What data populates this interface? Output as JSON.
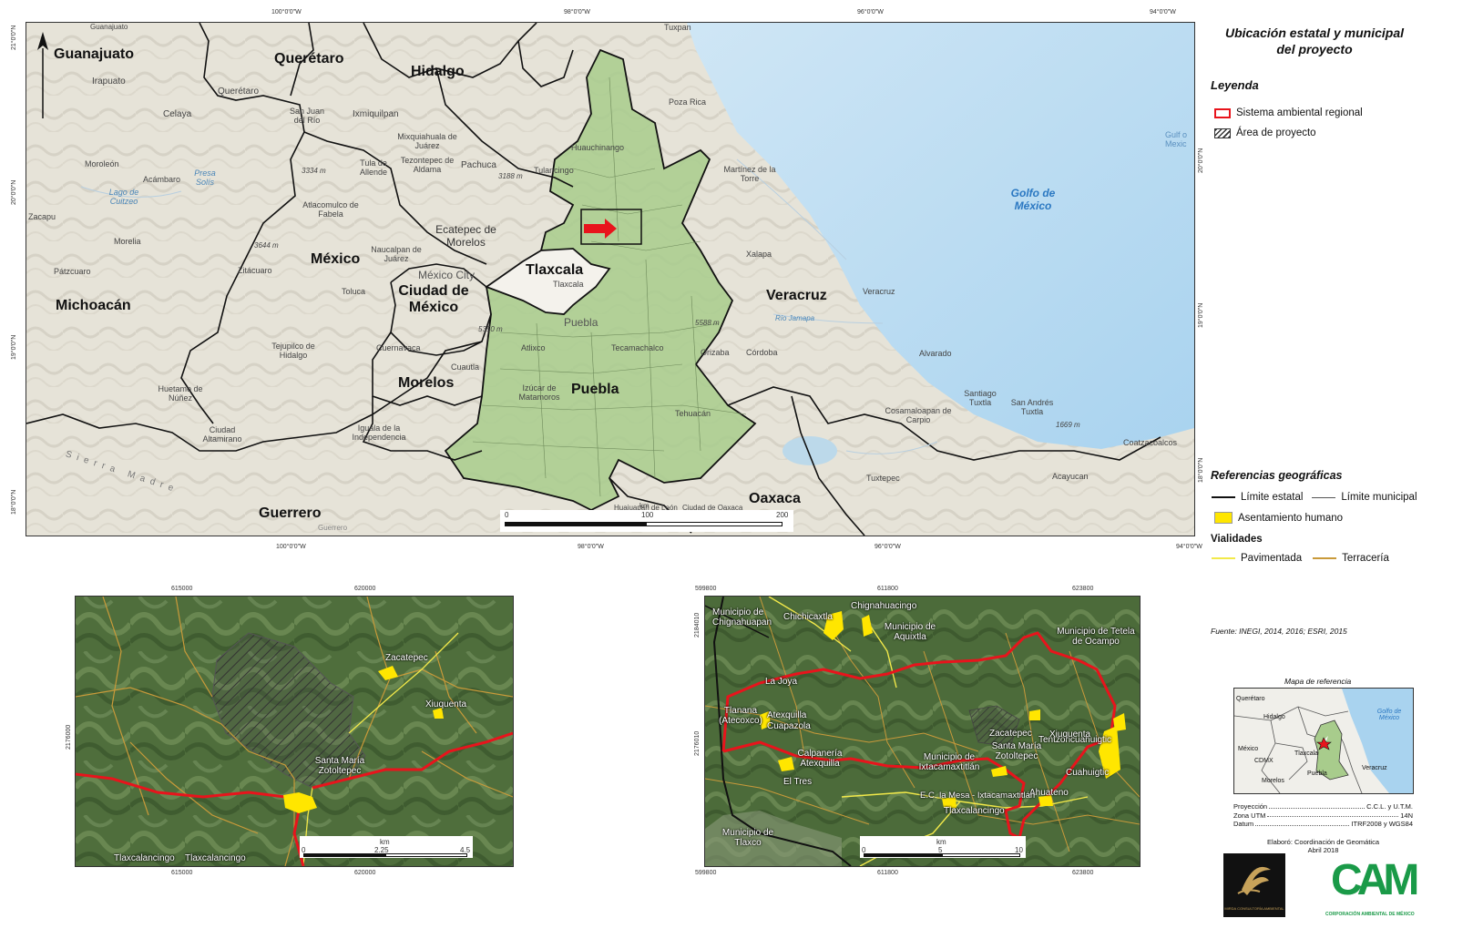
{
  "title": "Ubicación estatal y municipal del proyecto",
  "main_map": {
    "top_coords": [
      "100°0'0\"W",
      "98°0'0\"W",
      "96°0'0\"W",
      "94°0'0\"W"
    ],
    "bottom_coords": [
      "100°0'0\"W",
      "98°0'0\"W",
      "96°0'0\"W",
      "94°0'0\"W"
    ],
    "left_coords": [
      "21°0'0\"N",
      "20°0'0\"N",
      "19°0'0\"N",
      "18°0'0\"N"
    ],
    "right_coords": [
      "20°0'0\"N",
      "19°0'0\"N",
      "18°0'0\"N"
    ],
    "states": [
      "Guanajuato",
      "Querétaro",
      "Hidalgo",
      "México",
      "Michoacán",
      "Tlaxcala",
      "Ciudad de México",
      "Veracruz",
      "Morelos",
      "Puebla",
      "Guerrero",
      "Oaxaca"
    ],
    "sea_label": "Golfo de México",
    "gulf_edge_label": "Gulf o Mexic",
    "places": [
      "Irapuato",
      "Celaya",
      "Querétaro",
      "San Juan del Río",
      "Ixmiquilpan",
      "Mixquiahuala de Juárez",
      "Tezontepec de Aldama",
      "Pachuca",
      "Tulancingo",
      "Huauchinango",
      "Poza Rica",
      "Martínez de la Torre",
      "Moroleón",
      "Acámbaro",
      "Presa Solís",
      "Lago de Cuitzeo",
      "Tula de Allende",
      "Atlacomulco de Fabela",
      "Zacapu",
      "Morelia",
      "Ecatepec de Morelos",
      "Naucalpan de Juárez",
      "México City",
      "Pátzcuaro",
      "Zitácuaro",
      "Toluca",
      "Tlaxcala",
      "Puebla",
      "Xalapa",
      "Veracruz",
      "Atlixco",
      "Tecamachalco",
      "Orizaba",
      "Córdoba",
      "Alvarado",
      "Tejupilco de Hidalgo",
      "Cuernavaca",
      "Cuautla",
      "Huetamo de Núñez",
      "Izúcar de Matamoros",
      "Tehuacán",
      "Santiago Tuxtla",
      "San Andrés Tuxtla",
      "Cosamaloapan de Carpio",
      "Ciudad Altamirano",
      "Iguala de la Independencia",
      "Coatzacoalcos",
      "Acayucan",
      "Tuxtepec",
      "Río Jamapa",
      "3334 m",
      "3188 m",
      "3644 m",
      "5588 m",
      "5350 m",
      "1669 m",
      "Tuxpan",
      "Guanajuato",
      "Sierra Madre",
      "Guerrero",
      "Huajuapan de León",
      "Ciudad de Oaxaca"
    ],
    "scale": {
      "unit": "km",
      "ticks": [
        "0",
        "100",
        "200"
      ]
    }
  },
  "legend": {
    "heading": "Leyenda",
    "items": [
      {
        "label": "Sistema ambiental regional",
        "color": "#e8141c"
      },
      {
        "label": "Área de proyecto",
        "color": "#555555"
      }
    ]
  },
  "geo_refs": {
    "heading": "Referencias geográficas",
    "state_limit": "Límite estatal",
    "muni_limit": "Límite municipal",
    "settlement": "Asentamiento humano",
    "roads_heading": "Vialidades",
    "paved": "Pavimentada",
    "dirt": "Terracería",
    "paved_color": "#f2e94a",
    "dirt_color": "#c99a3a",
    "settlement_color": "#ffe600"
  },
  "source": "Fuente: INEGI, 2014, 2016; ESRI, 2015",
  "ref_map": {
    "title": "Mapa de referencia",
    "labels": [
      "Querétaro",
      "Hidalgo",
      "Golfo de México",
      "México",
      "CDMX",
      "Tlaxcala",
      "Veracruz",
      "Morelos",
      "Puebla"
    ]
  },
  "projection": [
    {
      "key": "Proyección",
      "value": "C.C.L. y U.T.M."
    },
    {
      "key": "Zona UTM",
      "value": "14N"
    },
    {
      "key": "Datum",
      "value": "ITRF2008 y WGS84"
    }
  ],
  "credits": {
    "line1": "Elaboró: Coordinación de Geomática",
    "line2": "Abril 2018"
  },
  "logos": {
    "left_caption": "MIRDA CONSULTORÍA AMBIENTAL",
    "right_text": "CAM",
    "right_caption": "CORPORACIÓN AMBIENTAL DE MÉXICO",
    "right_color": "#1a9a48"
  },
  "inset_left": {
    "top_coords": [
      "615000",
      "620000"
    ],
    "bottom_coords": [
      "615000",
      "620000"
    ],
    "side_coord": "2176000",
    "places": [
      "Zacatepec",
      "Xiuquenta",
      "Santa María Zotoltepec",
      "Tlaxcalancingo",
      "Tlaxcalancingo"
    ],
    "scale": {
      "unit": "km",
      "ticks": [
        "0",
        "2.25",
        "4.5"
      ]
    }
  },
  "inset_right": {
    "top_coords": [
      "599800",
      "611800",
      "623800"
    ],
    "bottom_coords": [
      "599800",
      "611800",
      "623800"
    ],
    "side_coords": [
      "2184010",
      "2176010"
    ],
    "places": [
      "Municipio de Chignahuapan",
      "Chichicaxtla",
      "Chignahuacingo",
      "Municipio de Aquixtla",
      "Municipio de Tetela de Ocampo",
      "La Joya",
      "Tlanana (Atecoxco)",
      "Atexquilla",
      "Cuapazola",
      "Zacatepec",
      "Tentzoncuahuigtic",
      "Xiuquenta",
      "Santa María Zotoltepec",
      "Calpanería Atexquilla",
      "Municipio de Ixtacamaxtitlán",
      "El Tres",
      "Cuahuigtic",
      "Ahuateno",
      "E.C. la Mesa - Ixtacamaxtitlán",
      "Tlaxcalancingo",
      "Municipio de Tlaxco"
    ],
    "scale": {
      "unit": "km",
      "ticks": [
        "0",
        "5",
        "10"
      ]
    }
  }
}
